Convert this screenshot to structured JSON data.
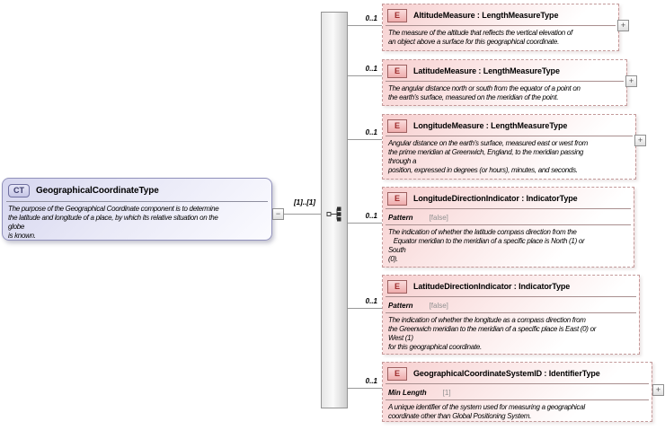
{
  "glyphs": {
    "collapse": "−",
    "expand": "+"
  },
  "colors": {
    "element_fill": "#f7cfcf",
    "element_border": "#c39a9a",
    "element_badge_text": "#9e2b2b",
    "root_fill": "#d6d6ef",
    "root_border": "#9191bb",
    "connector": "#999999"
  },
  "root_type": {
    "badge": "CT",
    "title": "GeographicalCoordinateType",
    "description": "The purpose of the Geographical Coordinate component is to determine\nthe latitude and longitude of a place, by which its relative situation on the\nglobe\nis known.",
    "cardinality": "[1]..[1]",
    "model_group": "sequence"
  },
  "elements": [
    {
      "badge": "E",
      "title": "AltitudeMeasure : LengthMeasureType",
      "cardinality": "0..1",
      "description": "The measure of the altitude that reflects the vertical elevation of\nan object above a surface for this geographical coordinate."
    },
    {
      "badge": "E",
      "title": "LatitudeMeasure : LengthMeasureType",
      "cardinality": "0..1",
      "description": "The angular distance north or south from the equator of a point on\nthe earth's surface, measured on the meridian of the point."
    },
    {
      "badge": "E",
      "title": "LongitudeMeasure : LengthMeasureType",
      "cardinality": "0..1",
      "description": "Angular distance on the earth's surface, measured east or west from\nthe prime meridian at Greenwich, England, to the meridian passing\nthrough a\nposition, expressed in degrees (or hours), minutes, and seconds."
    },
    {
      "badge": "E",
      "title": "LongitudeDirectionIndicator : IndicatorType",
      "cardinality": "0..1",
      "facet_name": "Pattern",
      "facet_value": "[false]",
      "description": "The indication of whether the latitude compass direction from the\n   Equator meridian to the meridian of a specific place is North (1) or\nSouth\n(0)."
    },
    {
      "badge": "E",
      "title": "LatitudeDirectionIndicator : IndicatorType",
      "cardinality": "0..1",
      "facet_name": "Pattern",
      "facet_value": "[false]",
      "description": "The indication of whether the longitude as a compass direction from\nthe Greenwich meridian to the meridian of a specific place is East (0) or\nWest (1)\nfor this geographical coordinate."
    },
    {
      "badge": "E",
      "title": "GeographicalCoordinateSystemID : IdentifierType",
      "cardinality": "0..1",
      "facet_name": "Min Length",
      "facet_value": "[1]",
      "description": "A unique identifier of the system used for measuring a geographical\ncoordinate other than Global Positioning System."
    }
  ]
}
